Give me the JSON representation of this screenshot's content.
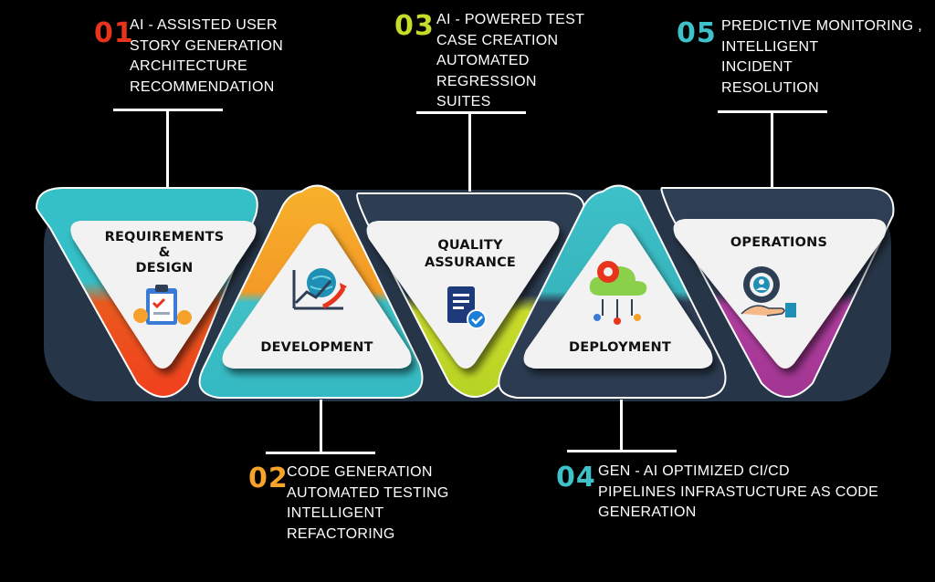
{
  "stages": [
    {
      "title": "REQUIREMENTS\n&\nDESIGN",
      "icon": "clipboard-checklist-icon",
      "color": "#3ec1c9"
    },
    {
      "title": "DEVELOPMENT",
      "icon": "growth-chart-icon",
      "color": "#f5a12b"
    },
    {
      "title": "QUALITY\nASSURANCE",
      "icon": "document-check-icon",
      "color": "#2e3e55"
    },
    {
      "title": "DEPLOYMENT",
      "icon": "cloud-gear-network-icon",
      "color": "#3ec1c9"
    },
    {
      "title": "OPERATIONS",
      "icon": "gear-hand-icon",
      "color": "#2e3e55"
    }
  ],
  "callouts": [
    {
      "number": "01",
      "color": "#e8341c",
      "lines": [
        "AI - ASSISTED USER",
        "STORY GENERATION",
        "ARCHITECTURE",
        "RECOMMENDATION"
      ]
    },
    {
      "number": "02",
      "color": "#f5a32a",
      "lines": [
        "CODE GENERATION",
        "AUTOMATED TESTING",
        "INTELLIGENT",
        "REFACTORING"
      ]
    },
    {
      "number": "03",
      "color": "#c6dc2a",
      "lines": [
        "AI - POWERED TEST",
        "CASE CREATION",
        "AUTOMATED",
        "REGRESSION",
        "SUITES"
      ]
    },
    {
      "number": "04",
      "color": "#3ec1c9",
      "lines": [
        "GEN - AI OPTIMIZED CI/CD",
        "PIPELINES INFRASTUCTURE AS CODE",
        "GENERATION"
      ]
    },
    {
      "number": "05",
      "color": "#3ec1c9",
      "lines": [
        "PREDICTIVE MONITORING ,",
        "INTELLIGENT",
        "INCIDENT",
        "RESOLUTION"
      ]
    }
  ]
}
